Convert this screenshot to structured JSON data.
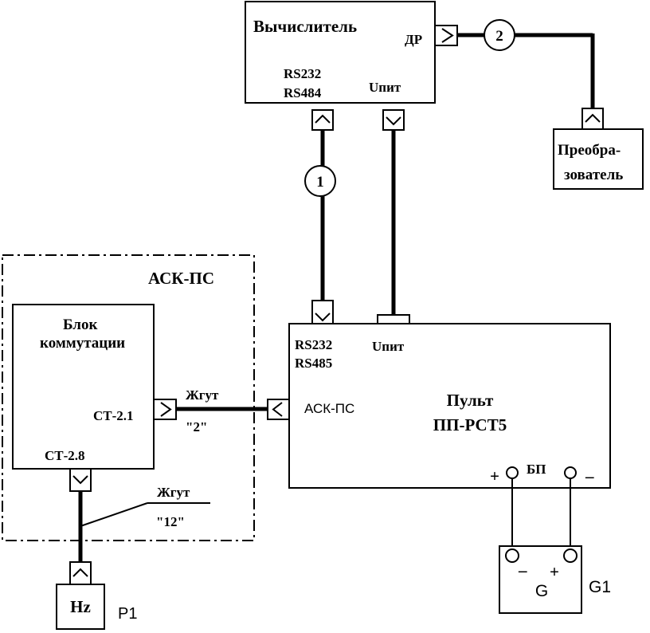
{
  "blocks": {
    "computer": "Вычислитель",
    "computer_dr": "ДР",
    "computer_rs232": "RS232",
    "computer_rs484": "RS484",
    "computer_upit": "Uпит",
    "converter_line1": "Преобра-",
    "converter_line2": "зователь",
    "ask_title": "АСК-ПС",
    "switch_line1": "Блок",
    "switch_line2": "коммутации",
    "switch_ct21": "СТ-2.1",
    "switch_ct28": "СТ-2.8",
    "panel_rs232": "RS232",
    "panel_rs485": "RS485",
    "panel_upit": "Uпит",
    "panel_ask": "АСК-ПС",
    "panel_line1": "Пульт",
    "panel_line2": "ПП-РСТ5",
    "panel_bp": "БП",
    "panel_plus": "+",
    "panel_minus": "–",
    "hz": "Hz",
    "p1": "P1",
    "g_label": "G",
    "g_minus": "–",
    "g_plus": "+",
    "g1": "G1"
  },
  "cables": {
    "cable1": "1",
    "cable2": "2",
    "harness2_line1": "Жгут",
    "harness2_line2": "\"2\"",
    "harness12_line1": "Жгут",
    "harness12_line2": "\"12\""
  }
}
